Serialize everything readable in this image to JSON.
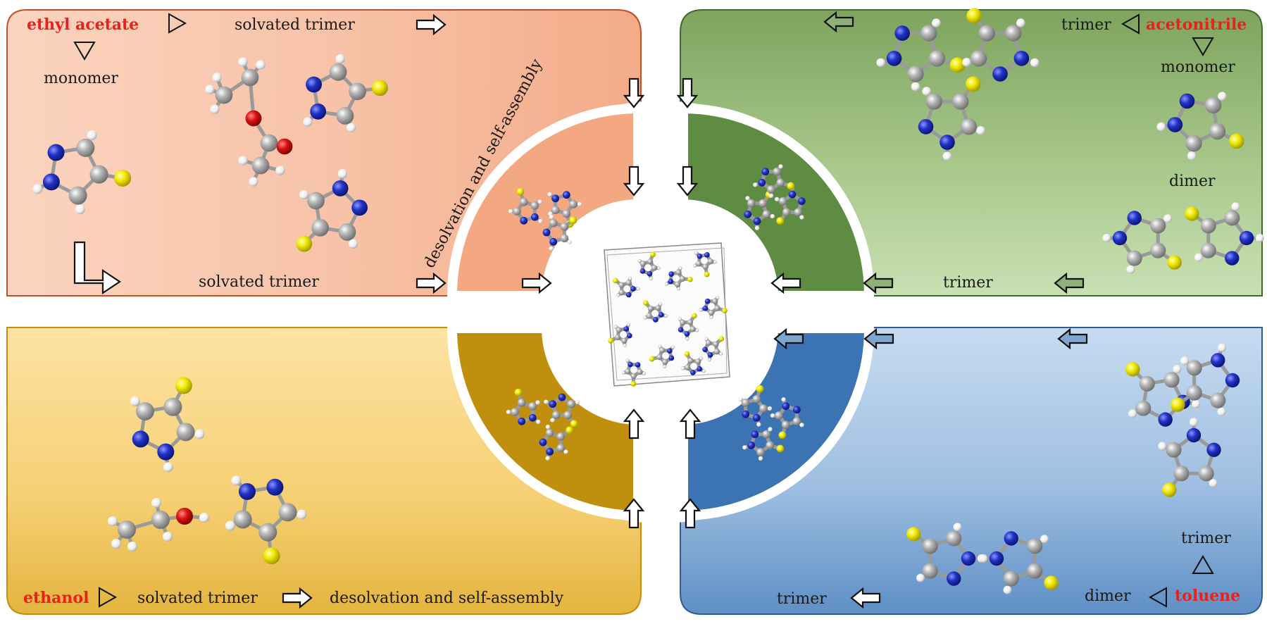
{
  "colors": {
    "solvent_label": "#e8221b",
    "orange": "#f3b292",
    "green": "#5f8c43",
    "yellow": "#c99608",
    "blue": "#3b73b3",
    "carbon": "#9a9a9a",
    "nitrogen": "#1f2fb8",
    "oxygen": "#d80f12",
    "sulfur": "#e8e200",
    "hydrogen": "#f4f4f4"
  },
  "quadrants": {
    "ethyl_acetate": {
      "solvent": "ethyl acetate",
      "monomer": "monomer",
      "solvated_top": "solvated trimer",
      "solvated_bottom": "solvated  trimer",
      "arc_label": "desolvation and self-assembly"
    },
    "acetonitrile": {
      "solvent": "acetonitrile",
      "trimer_top": "trimer",
      "monomer": "monomer",
      "dimer": "dimer",
      "trimer_bottom": "trimer"
    },
    "ethanol": {
      "solvent": "ethanol",
      "solvated": "solvated  trimer",
      "desolvation": "desolvation and self-assembly"
    },
    "toluene": {
      "solvent": "toluene",
      "trimer_right": "trimer",
      "dimer": "dimer",
      "trimer_bottom": "trimer"
    }
  }
}
